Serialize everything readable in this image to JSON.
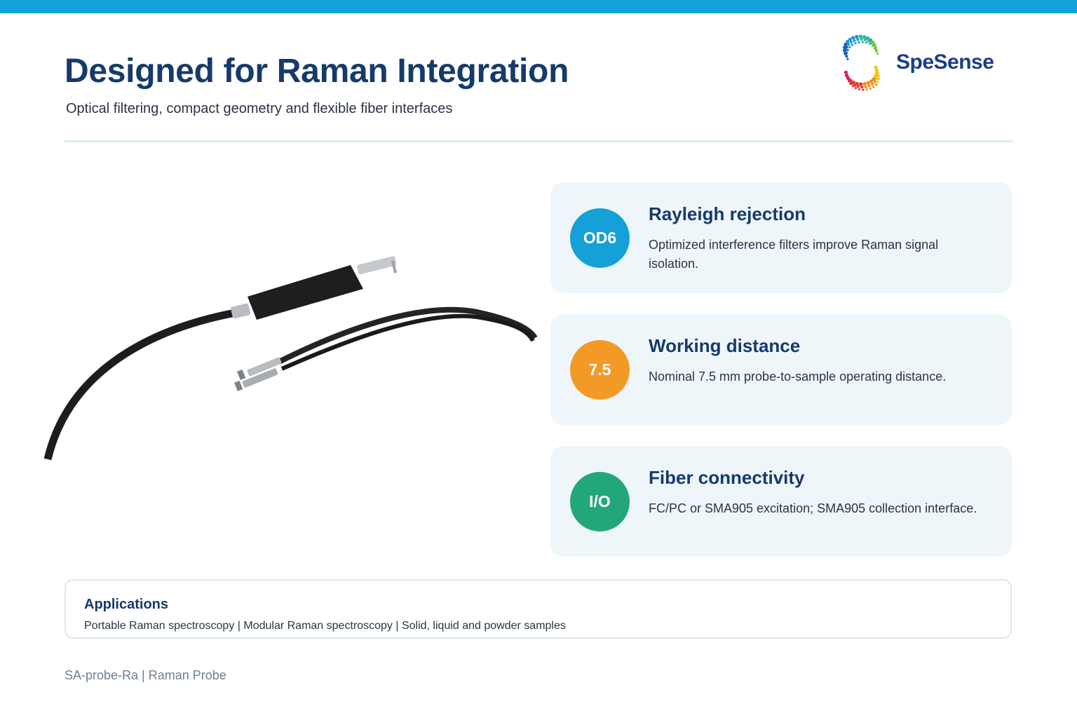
{
  "header": {
    "title": "Designed for Raman Integration",
    "subtitle": "Optical filtering, compact geometry and flexible fiber interfaces"
  },
  "logo": {
    "text": "SpeSense",
    "icon": "spesense-dotted-s-logo-icon"
  },
  "product_image": {
    "icon": "raman-probe-photo"
  },
  "features": [
    {
      "badge": "OD6",
      "badge_color": "#16a0d8",
      "title": "Rayleigh rejection",
      "description": "Optimized interference filters improve Raman signal isolation."
    },
    {
      "badge": "7.5",
      "badge_color": "#f39a26",
      "title": "Working distance",
      "description": "Nominal 7.5 mm probe-to-sample operating distance."
    },
    {
      "badge": "I/O",
      "badge_color": "#22a878",
      "title": "Fiber connectivity",
      "description": "FC/PC or SMA905 excitation; SMA905 collection interface."
    }
  ],
  "applications": {
    "title": "Applications",
    "items": "Portable Raman spectroscopy  |  Modular Raman spectroscopy  |  Solid, liquid and powder samples"
  },
  "footer": {
    "text": "SA-probe-Ra  |  Raman Probe"
  },
  "colors": {
    "accent_bar": "#14a3d9",
    "heading": "#163a6b"
  }
}
